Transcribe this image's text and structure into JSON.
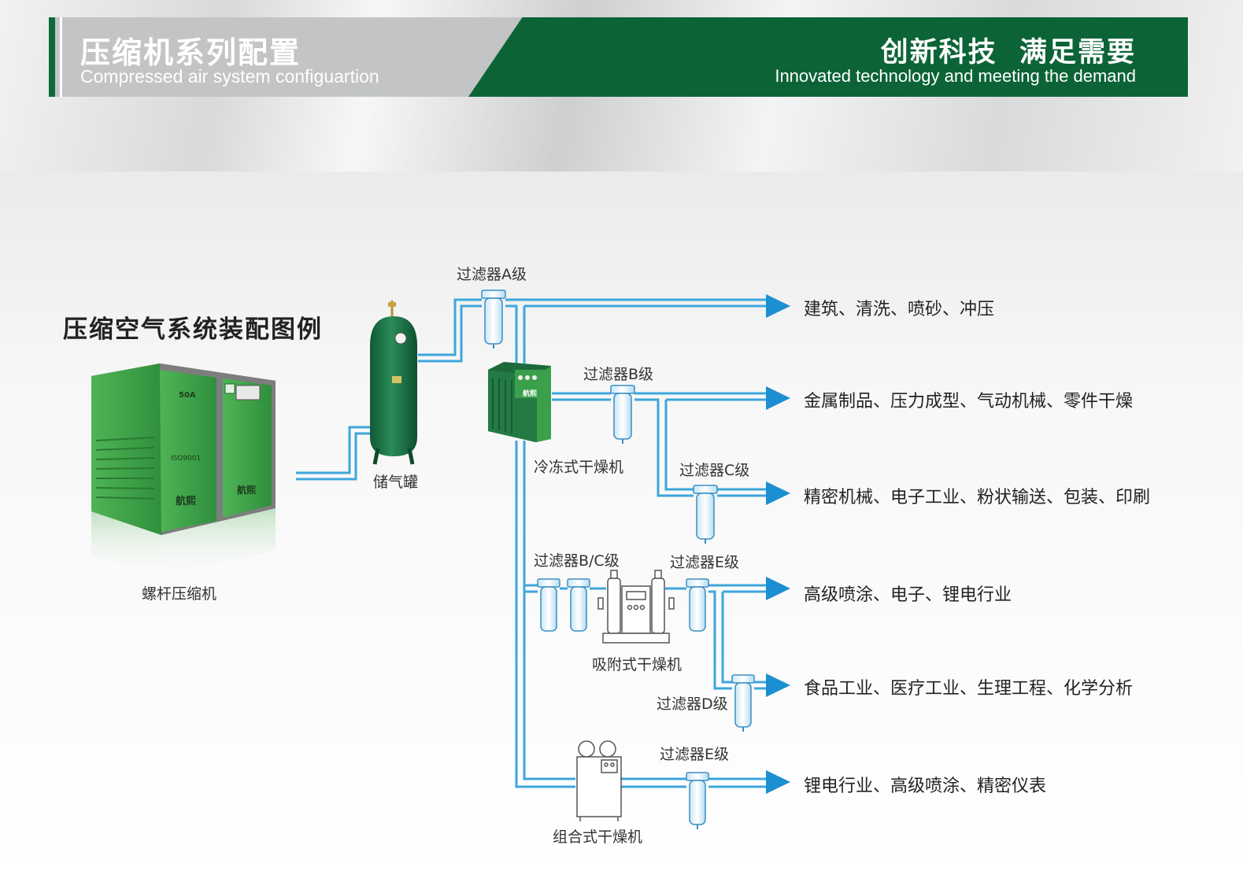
{
  "header": {
    "title_cn": "压缩机系列配置",
    "title_en": "Compressed air system configuartion",
    "slogan_cn": "创新科技  满足需要",
    "slogan_en": "Innovated technology and meeting the demand"
  },
  "diagram_title": "压缩空气系统装配图例",
  "components": {
    "compressor": "螺杆压缩机",
    "compressor_model": "50A",
    "compressor_cert": "ISO9001",
    "compressor_brand": "航熙",
    "air_tank": "储气罐",
    "refrigerated_dryer": "冷冻式干燥机",
    "adsorption_dryer": "吸附式干燥机",
    "combined_dryer": "组合式干燥机"
  },
  "filters": {
    "a": "过滤器A级",
    "b": "过滤器B级",
    "c": "过滤器C级",
    "bc": "过滤器B/C级",
    "e1": "过滤器E级",
    "d": "过滤器D级",
    "e2": "过滤器E级"
  },
  "applications": [
    "建筑、清洗、喷砂、冲压",
    "金属制品、压力成型、气动机械、零件干燥",
    "精密机械、电子工业、粉状输送、包装、印刷",
    "高级喷涂、电子、锂电行业",
    "食品工业、医疗工业、生理工程、化学分析",
    "锂电行业、高级喷涂、精密仪表"
  ],
  "colors": {
    "green_dark": "#0c6436",
    "gray_header": "#c2c4c5",
    "pipe_blue": "#3da6dc",
    "arrow_blue": "#1c8fd2",
    "machine_green": "#3aa04a",
    "tank_green": "#1f7a4a"
  }
}
